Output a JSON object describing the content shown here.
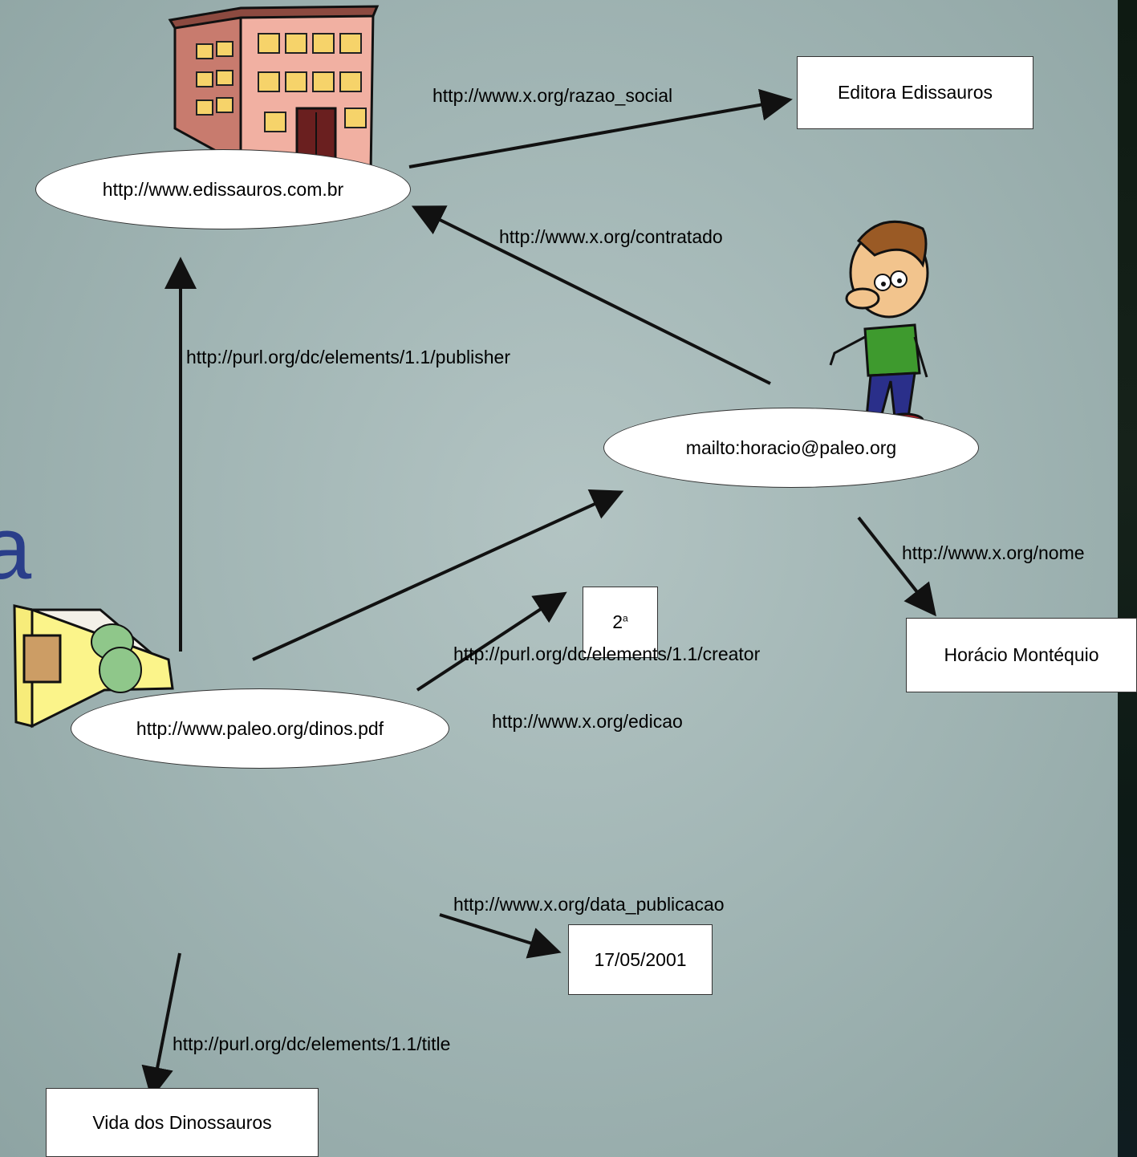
{
  "nodes": {
    "edissauros": "http://www.edissauros.com.br",
    "horacio": "mailto:horacio@paleo.org",
    "dinos": "http://www.paleo.org/dinos.pdf"
  },
  "literals": {
    "editora": "Editora Edissauros",
    "nome": "Horácio Montéquio",
    "edicao": "2",
    "edicao_sup": "a",
    "data": "17/05/2001",
    "titulo": "Vida dos Dinossauros"
  },
  "properties": {
    "razao_social": "http://www.x.org/razao_social",
    "contratado": "http://www.x.org/contratado",
    "publisher": "http://purl.org/dc/elements/1.1/publisher",
    "nome": "http://www.x.org/nome",
    "creator": "http://purl.org/dc/elements/1.1/creator",
    "edicao": "http://www.x.org/edicao",
    "data_publicacao": "http://www.x.org/data_publicacao",
    "title": "http://purl.org/dc/elements/1.1/title"
  },
  "background_text": "a",
  "icons": [
    "building-icon",
    "person-icon",
    "book-icon"
  ],
  "colors": {
    "background": "#a8bbba",
    "edge": "#111111",
    "node_fill": "#ffffff"
  }
}
